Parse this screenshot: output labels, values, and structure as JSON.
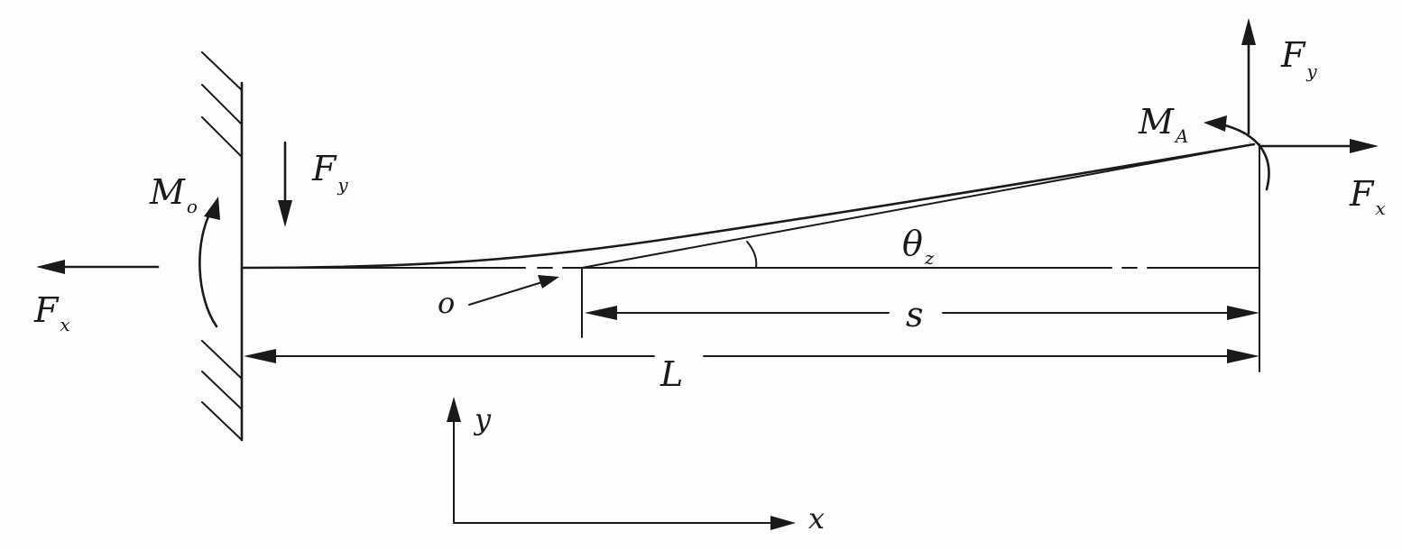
{
  "labels": {
    "fy_left": "F",
    "fy_left_sub": "y",
    "fx_left": "F",
    "fx_left_sub": "x",
    "mo": "M",
    "mo_sub": "o",
    "origin": "o",
    "theta": "θ",
    "theta_sub": "z",
    "s": "s",
    "L": "L",
    "ma": "M",
    "ma_sub": "A",
    "fy_right": "F",
    "fy_right_sub": "y",
    "fx_right": "F",
    "fx_right_sub": "x",
    "y_axis": "y",
    "x_axis": "x"
  }
}
